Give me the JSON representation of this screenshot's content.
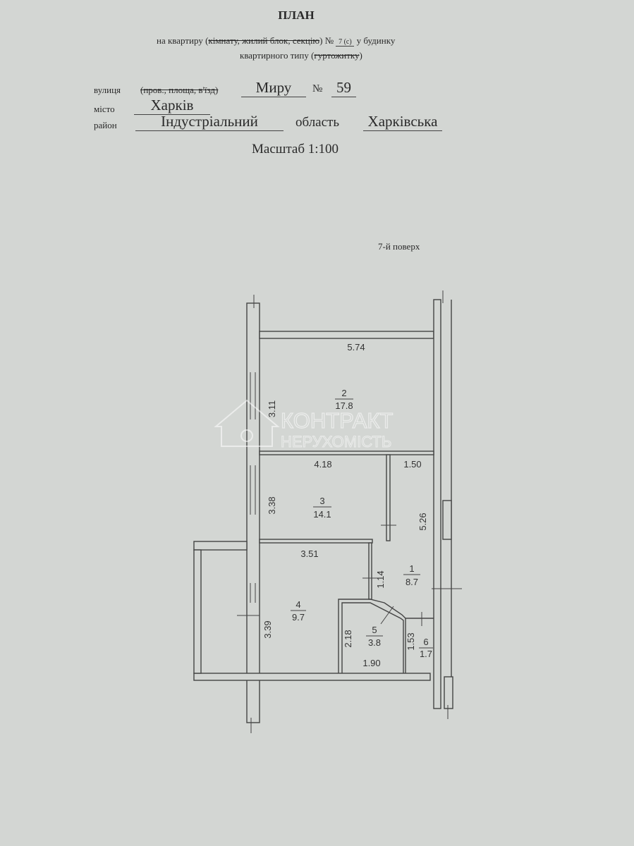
{
  "title": "ПЛАН",
  "subtitle": {
    "prefix": "на квартиру (",
    "struck": "кімнату, жилий блок, секцію",
    "mid": ") №",
    "number": "7 (с)",
    "suffix": "у будинку",
    "line2_prefix": "квартирного типу (",
    "line2_struck": "гуртожитку",
    "line2_suffix": ")"
  },
  "address": {
    "street_label": "вулиця",
    "street_struck": "(пров., площа, в'їзд)",
    "street": "Миру",
    "no_label": "№",
    "house": "59",
    "city_label": "місто",
    "city": "Харків",
    "district_label": "район",
    "district": "Індустріальний",
    "region_label": "область",
    "region": "Харківська"
  },
  "scale": "Масштаб 1:100",
  "floor": "7-й поверх",
  "rooms": [
    {
      "num": "1",
      "area": "8.7"
    },
    {
      "num": "2",
      "area": "17.8"
    },
    {
      "num": "3",
      "area": "14.1"
    },
    {
      "num": "4",
      "area": "9.7"
    },
    {
      "num": "5",
      "area": "3.8"
    },
    {
      "num": "6",
      "area": "1.7"
    }
  ],
  "dimensions": [
    "5.74",
    "3.11",
    "4.18",
    "1.50",
    "3.38",
    "5.26",
    "3.51",
    "1.14",
    "3.39",
    "2.18",
    "1.90",
    "1.53"
  ],
  "watermark": {
    "line1": "КОНТРАКТ",
    "line2": "НЕРУХОМІСТЬ"
  }
}
